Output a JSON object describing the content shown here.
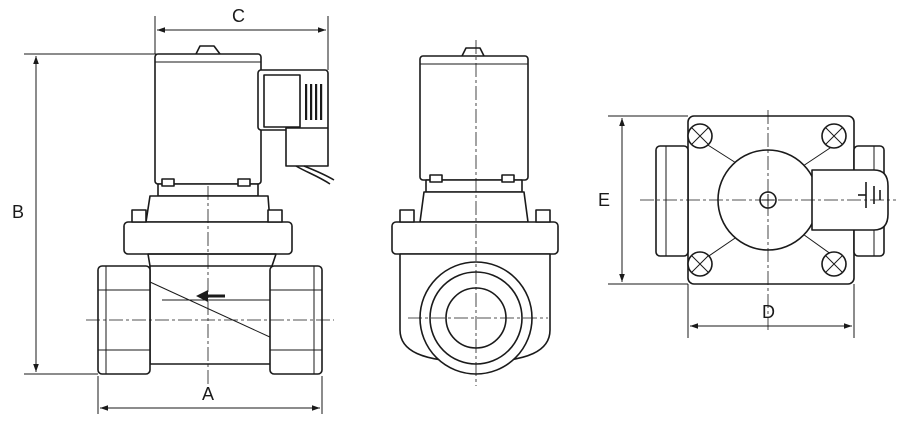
{
  "dimensions": {
    "a": "A",
    "b": "B",
    "c": "C",
    "d": "D",
    "e": "E"
  },
  "colors": {
    "line": "#1a1a1a",
    "background": "#ffffff"
  }
}
